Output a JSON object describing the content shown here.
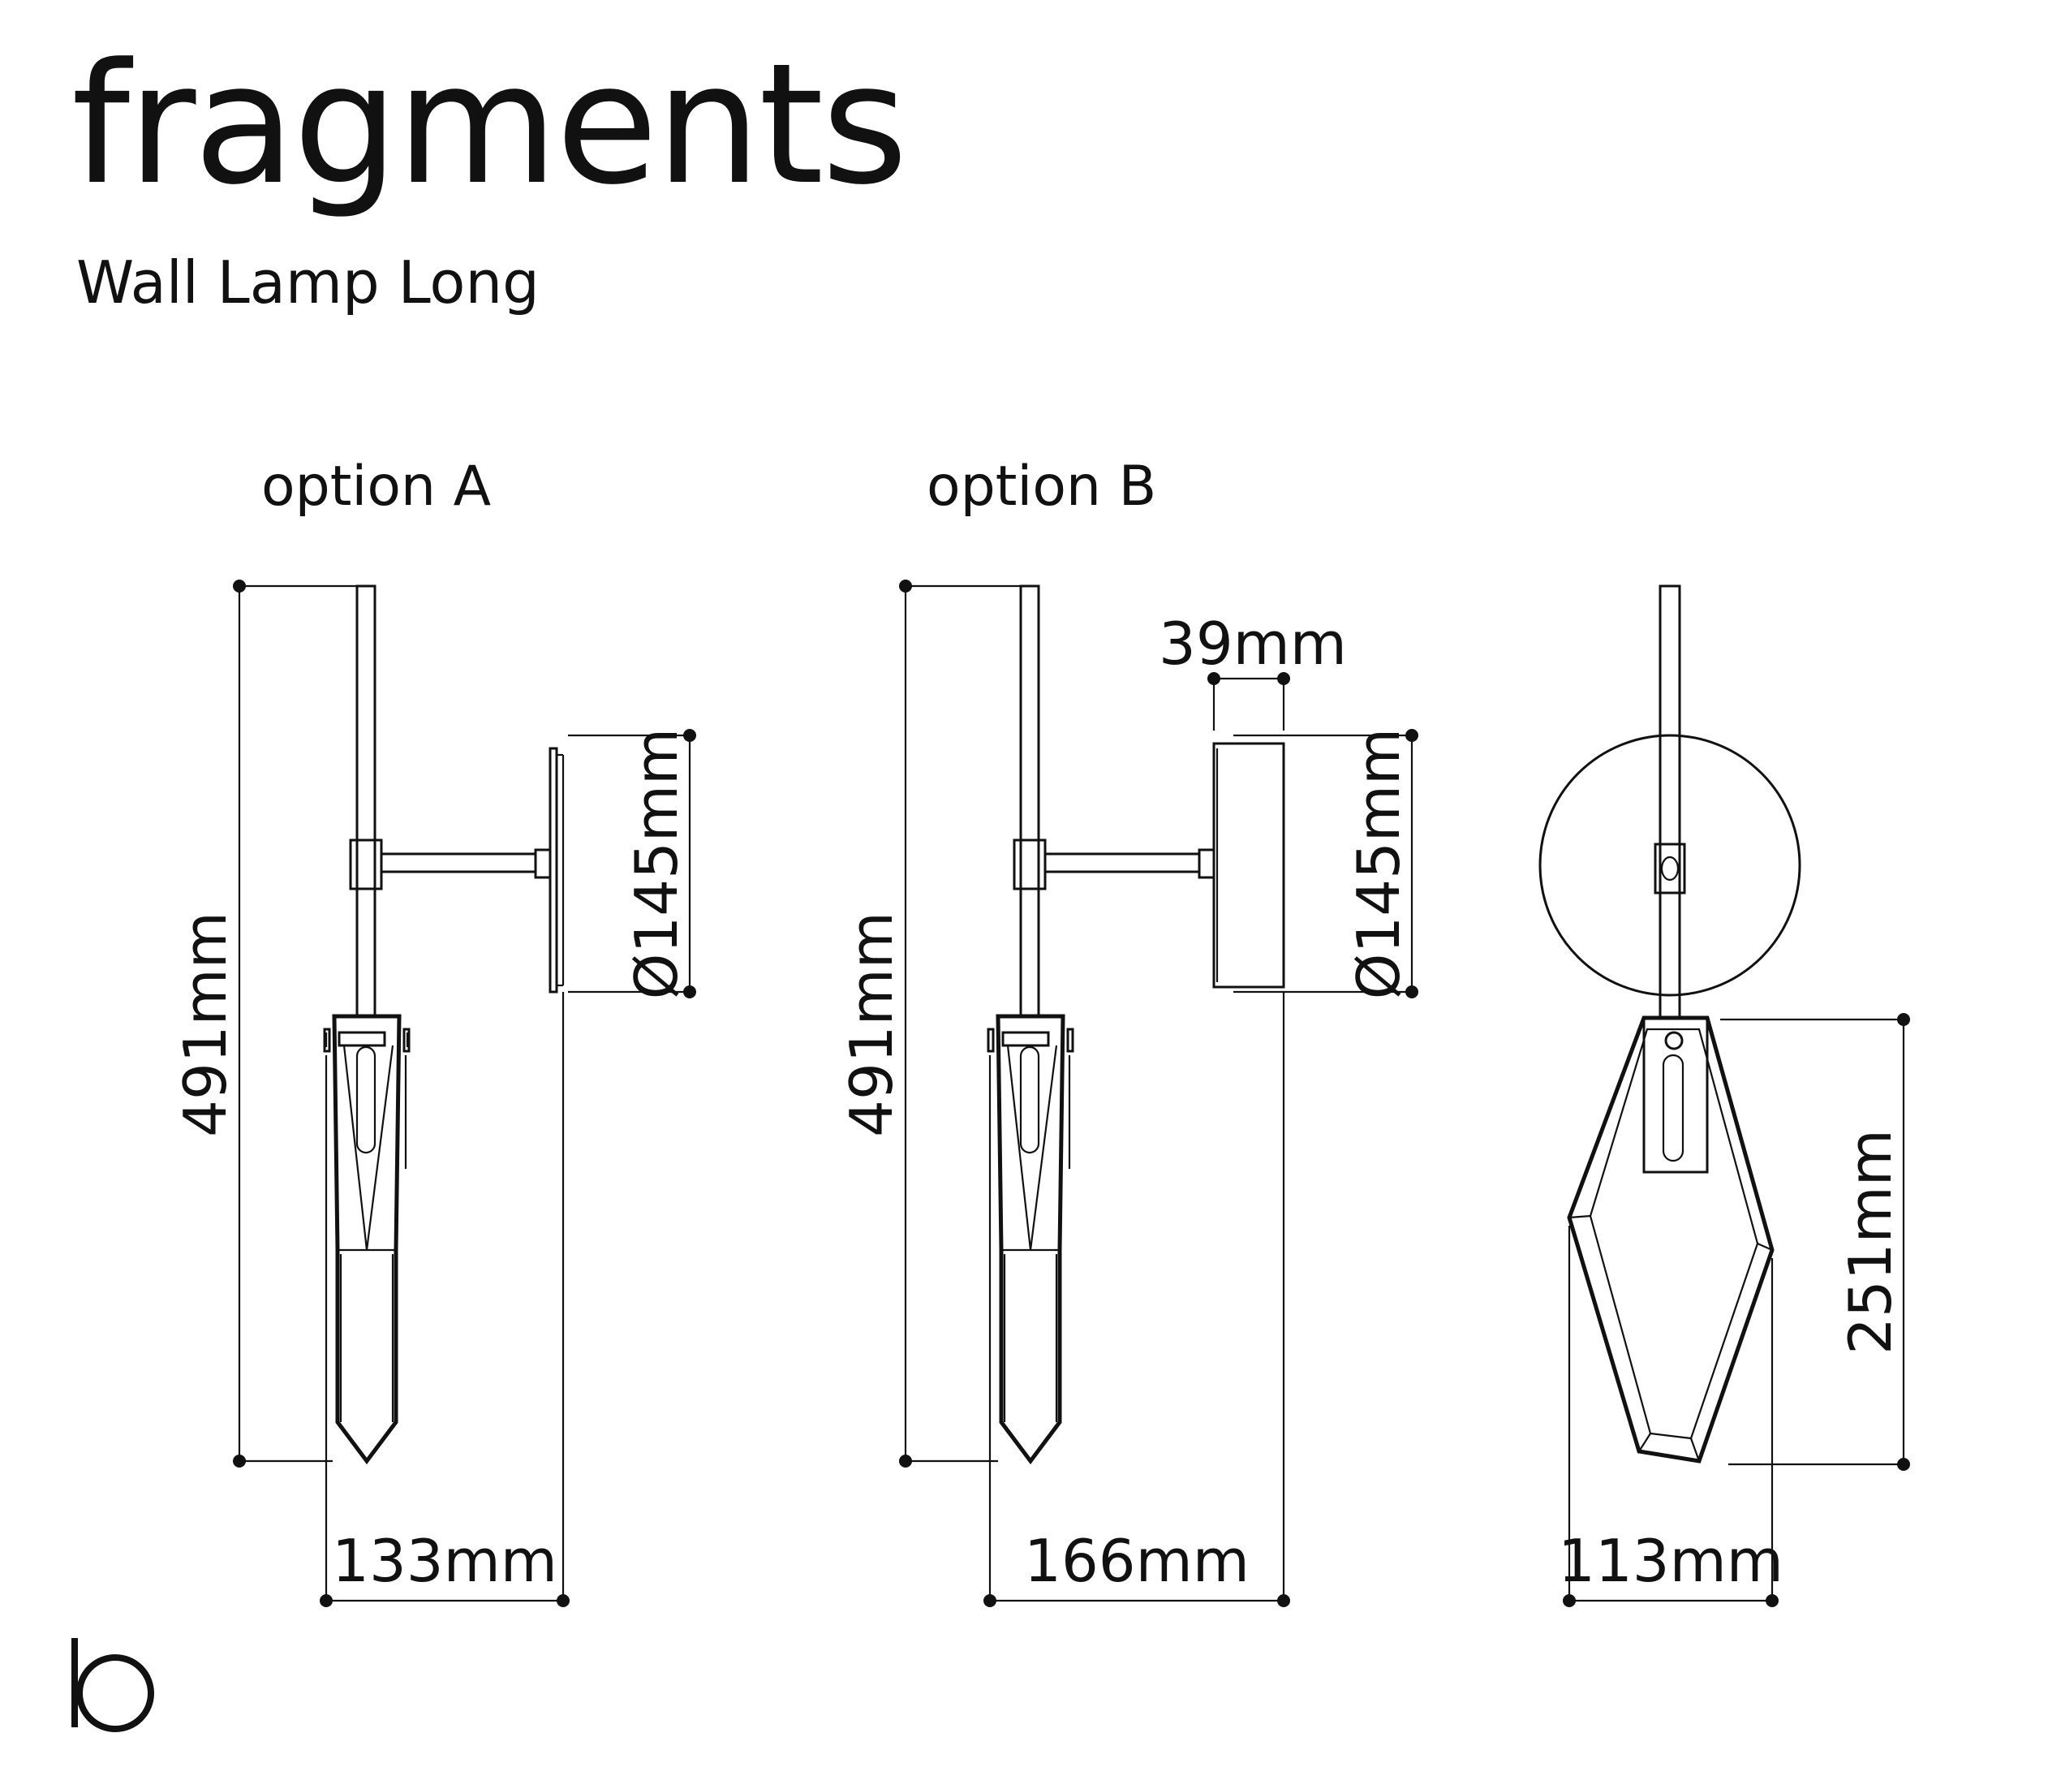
{
  "header": {
    "title": "fragments",
    "subtitle": "Wall Lamp Long"
  },
  "options": {
    "a_label": "option A",
    "b_label": "option B"
  },
  "dimensions": {
    "a_height": "491mm",
    "a_plate_diameter": "Ø145mm",
    "a_depth": "133mm",
    "b_height": "491mm",
    "b_plate_depth": "39mm",
    "b_plate_diameter": "Ø145mm",
    "b_depth": "166mm",
    "front_shade_height": "251mm",
    "front_shade_width": "113mm"
  },
  "brand": {
    "logo_letter": "b"
  }
}
